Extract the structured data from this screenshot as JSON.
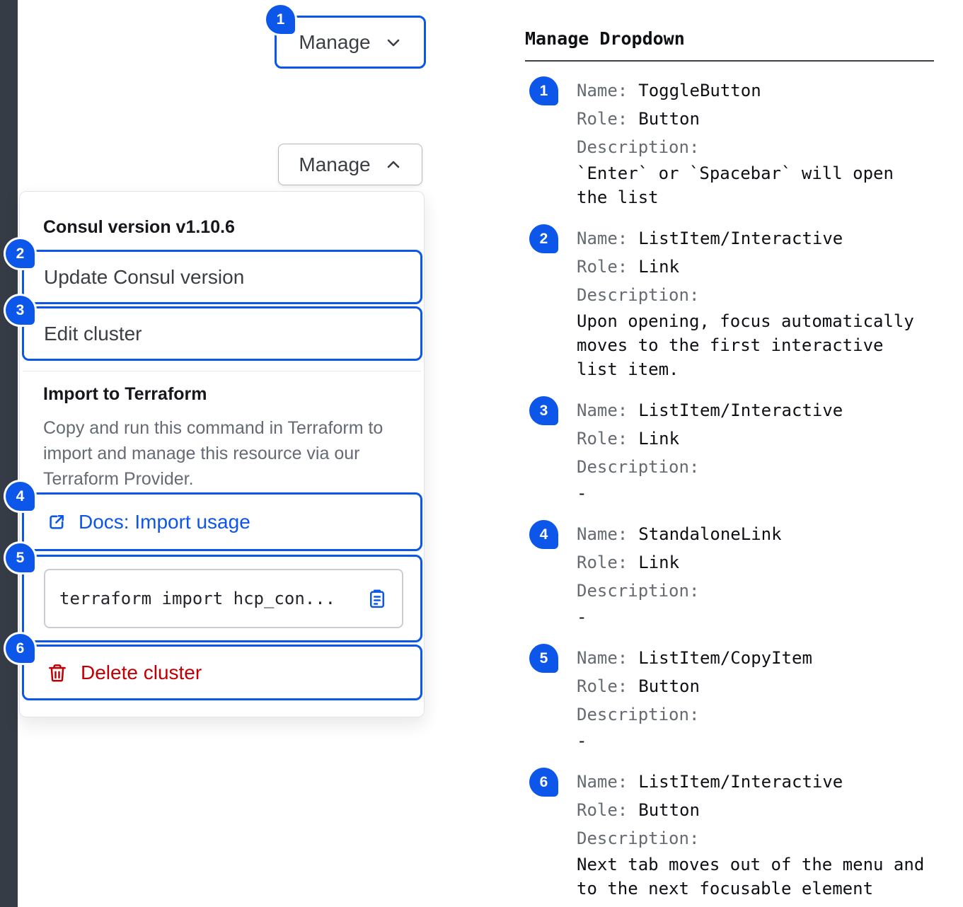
{
  "colors": {
    "accent": "#0c56e9",
    "critical": "#c00005"
  },
  "closed_state": {
    "toggle_label": "Manage",
    "badge": "1"
  },
  "open_state": {
    "toggle_label": "Manage",
    "menu": {
      "version_label": "Consul version v1.10.6",
      "items": [
        {
          "badge": "2",
          "label": "Update Consul version"
        },
        {
          "badge": "3",
          "label": "Edit cluster"
        }
      ],
      "terraform_section": {
        "title": "Import to Terraform",
        "description": "Copy and run this command in Terraform to import and manage this resource via our Terraform Provider.",
        "docs_link": {
          "badge": "4",
          "label": "Docs: Import usage"
        },
        "copy_item": {
          "badge": "5",
          "command": "terraform import hcp_con..."
        }
      },
      "delete_item": {
        "badge": "6",
        "label": "Delete cluster"
      }
    }
  },
  "annotations": {
    "title": "Manage Dropdown",
    "labels": {
      "name": "Name:",
      "role": "Role:",
      "description": "Description:"
    },
    "items": [
      {
        "badge": "1",
        "name": "ToggleButton",
        "role": "Button",
        "description": "`Enter` or `Spacebar` will open the list"
      },
      {
        "badge": "2",
        "name": "ListItem/Interactive",
        "role": "Link",
        "description": "Upon opening, focus automatically moves to the first interactive list item."
      },
      {
        "badge": "3",
        "name": "ListItem/Interactive",
        "role": "Link",
        "description": "-"
      },
      {
        "badge": "4",
        "name": "StandaloneLink",
        "role": "Link",
        "description": "-"
      },
      {
        "badge": "5",
        "name": "ListItem/CopyItem",
        "role": "Button",
        "description": "-"
      },
      {
        "badge": "6",
        "name": "ListItem/Interactive",
        "role": "Button",
        "description": "Next tab moves out of the menu and to the next focusable element"
      }
    ]
  }
}
